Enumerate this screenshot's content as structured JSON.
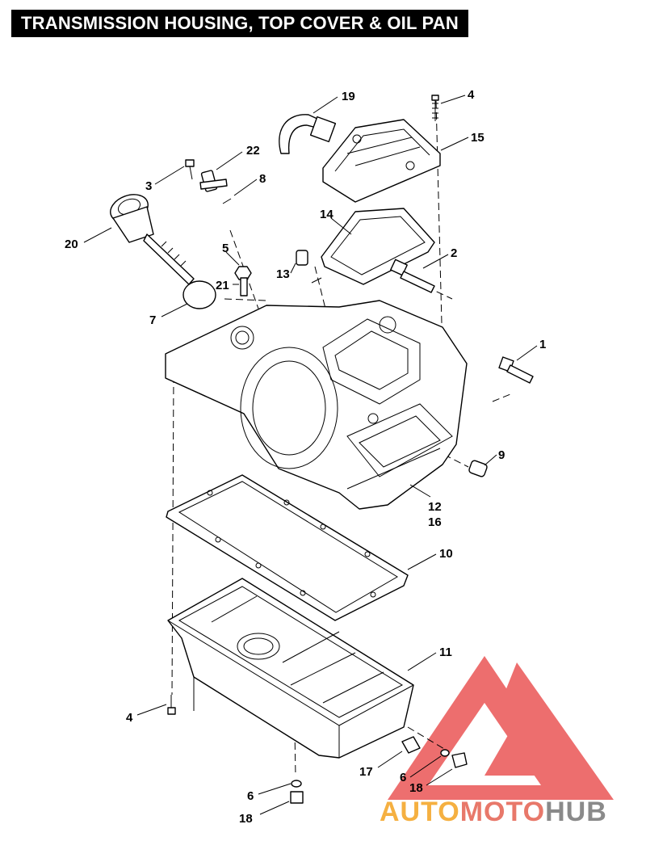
{
  "title": "TRANSMISSION HOUSING, TOP COVER & OIL PAN",
  "callouts": [
    "19",
    "4",
    "15",
    "22",
    "3",
    "8",
    "14",
    "20",
    "5",
    "2",
    "13",
    "21",
    "7",
    "1",
    "9",
    "12",
    "16",
    "10",
    "11",
    "4",
    "17",
    "6",
    "18",
    "6",
    "18"
  ],
  "watermark": {
    "part1": "AUTO",
    "part2": "MOTO",
    "part3": "HUB",
    "colors": {
      "auto": "#f5b041",
      "moto": "#e8786a",
      "hub": "#8a8a8a",
      "logo": "#e94b4b"
    }
  }
}
